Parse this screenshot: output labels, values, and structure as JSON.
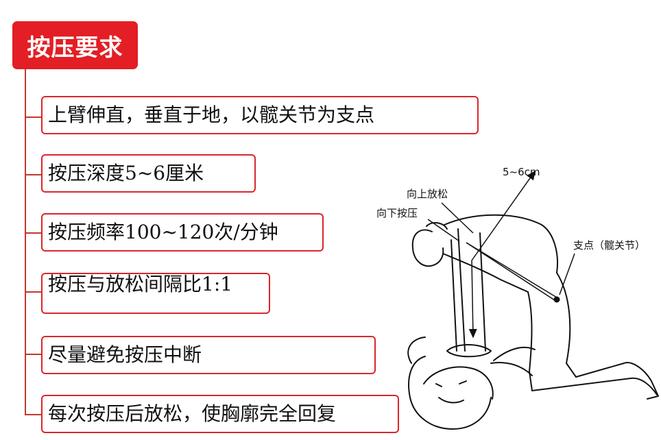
{
  "title": "按压要求",
  "items": [
    "上臂伸直，垂直于地，以髋关节为支点",
    "按压深度5~6厘米",
    "按压频率100~120次/分钟",
    "按压与放松间隔比1:1",
    "尽量避免按压中断",
    "每次按压后放松，使胸廓完全回复"
  ],
  "illustration": {
    "depth_label": "5~6cm",
    "up_label": "向上放松",
    "down_label": "向下按压",
    "pivot_label": "支点（髋关节）"
  },
  "colors": {
    "accent": "#e31e24",
    "border": "#d9262c",
    "connector": "#c0392b"
  }
}
